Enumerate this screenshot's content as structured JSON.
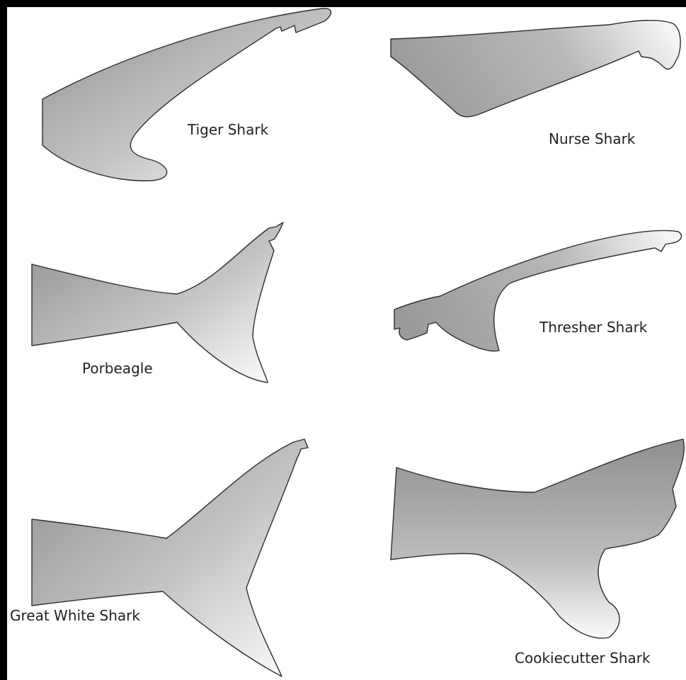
{
  "figure": {
    "labels": {
      "tiger": "Tiger Shark",
      "nurse": "Nurse Shark",
      "porbeagle": "Porbeagle",
      "thresher": "Thresher Shark",
      "great_white": "Great White Shark",
      "cookiecutter": "Cookiecutter Shark"
    },
    "colors": {
      "background": "#000000",
      "panel": "#ffffff",
      "fill_dark": "#8f8f8f",
      "fill_light": "#ffffff",
      "outline": "#2e2e2e",
      "text": "#222222"
    }
  }
}
